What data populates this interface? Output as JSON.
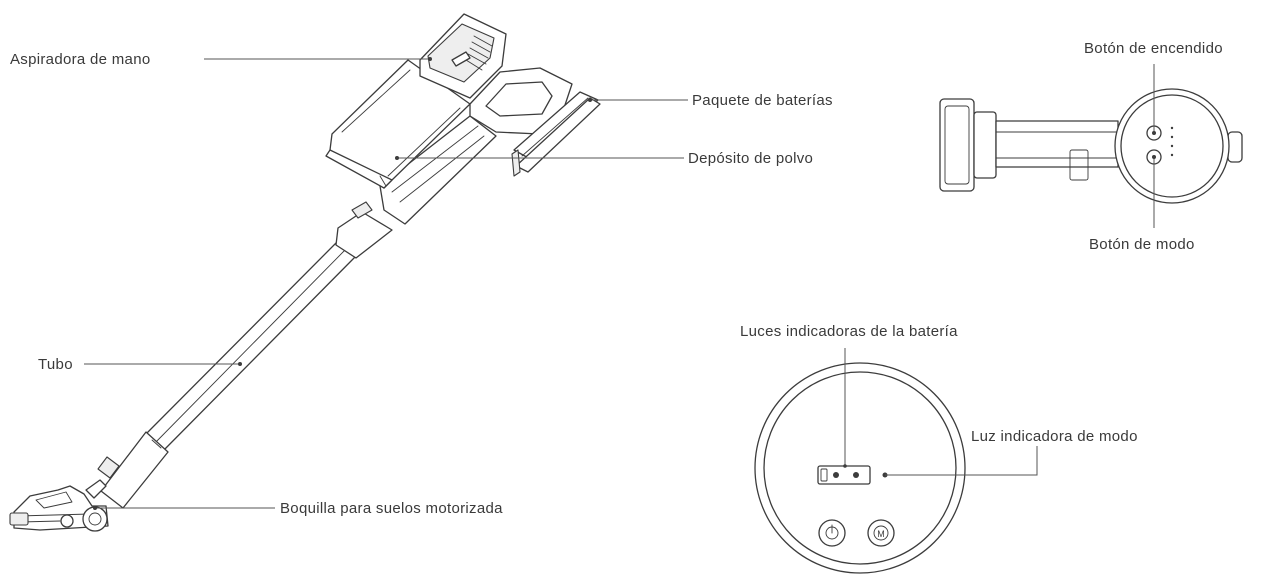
{
  "labels": {
    "handheld": "Aspiradora de mano",
    "battery_pack": "Paquete de baterías",
    "dust_bin": "Depósito de polvo",
    "tube": "Tubo",
    "floor_nozzle": "Boquilla para suelos motorizada",
    "power_button": "Botón de encendido",
    "mode_button": "Botón de modo",
    "battery_lights": "Luces indicadoras de la batería",
    "mode_light": "Luz indicadora de modo"
  },
  "icons": {
    "power": "power-icon",
    "mode": "M"
  }
}
